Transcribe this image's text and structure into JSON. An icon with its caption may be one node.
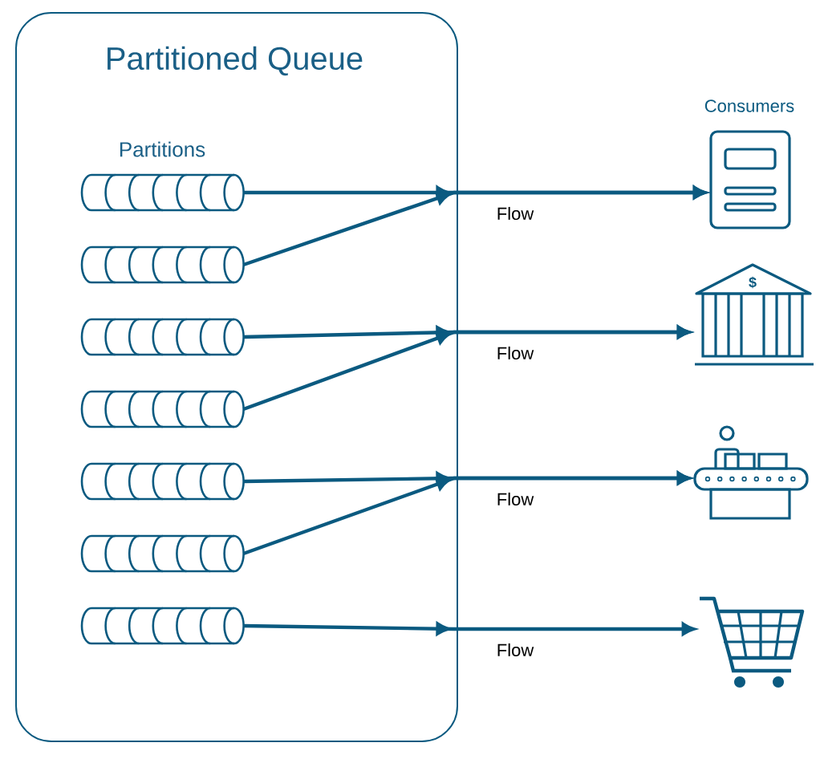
{
  "diagram": {
    "nodes": [
      {
        "text": [
          "Partitioned Queue",
          "Partitions"
        ]
      },
      {
        "text": [],
        "shape": "cylinder",
        "in": 0
      },
      {
        "text": [],
        "shape": "cylinder",
        "in": 0
      },
      {
        "text": [],
        "shape": "cylinder",
        "in": 0
      },
      {
        "text": [],
        "shape": "cylinder",
        "in": 0
      },
      {
        "text": [],
        "shape": "cylinder",
        "in": 0
      },
      {
        "text": [],
        "shape": "cylinder",
        "in": 0
      },
      {
        "text": [],
        "shape": "cylinder",
        "in": 0
      },
      {
        "text": [],
        "shape": "picture"
      },
      {
        "text": [],
        "shape": "picture"
      },
      {
        "text": [],
        "shape": "picture"
      },
      {
        "text": [],
        "shape": "picture"
      }
    ],
    "edges": [
      {
        "from": 1,
        "to": 8,
        "arrow": "to",
        "label": "Flow"
      },
      {
        "from": 2,
        "to": 8,
        "arrow": "to"
      },
      {
        "from": 3,
        "to": 9,
        "arrow": "to",
        "label": "Flow"
      },
      {
        "from": 4,
        "to": 9,
        "arrow": "to"
      },
      {
        "from": 5,
        "to": 10,
        "arrow": "to",
        "label": "Flow"
      },
      {
        "from": 6,
        "to": 10,
        "arrow": "to"
      },
      {
        "from": 7,
        "to": 11,
        "arrow": "to",
        "label": "Flow"
      }
    ],
    "labels": [
      "Consumers",
      "$"
    ]
  }
}
